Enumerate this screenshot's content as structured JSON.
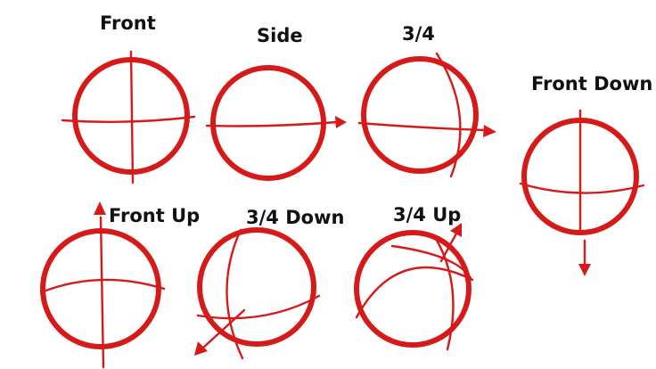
{
  "labels": {
    "front": "Front",
    "side": "Side",
    "three_quarter": "3/4",
    "front_down": "Front Down",
    "front_up": "Front Up",
    "three_quarter_down": "3/4 Down",
    "three_quarter_up": "3/4 Up"
  },
  "colors": {
    "stroke": "#d61a1a",
    "text": "#111111",
    "background": "#ffffff"
  }
}
